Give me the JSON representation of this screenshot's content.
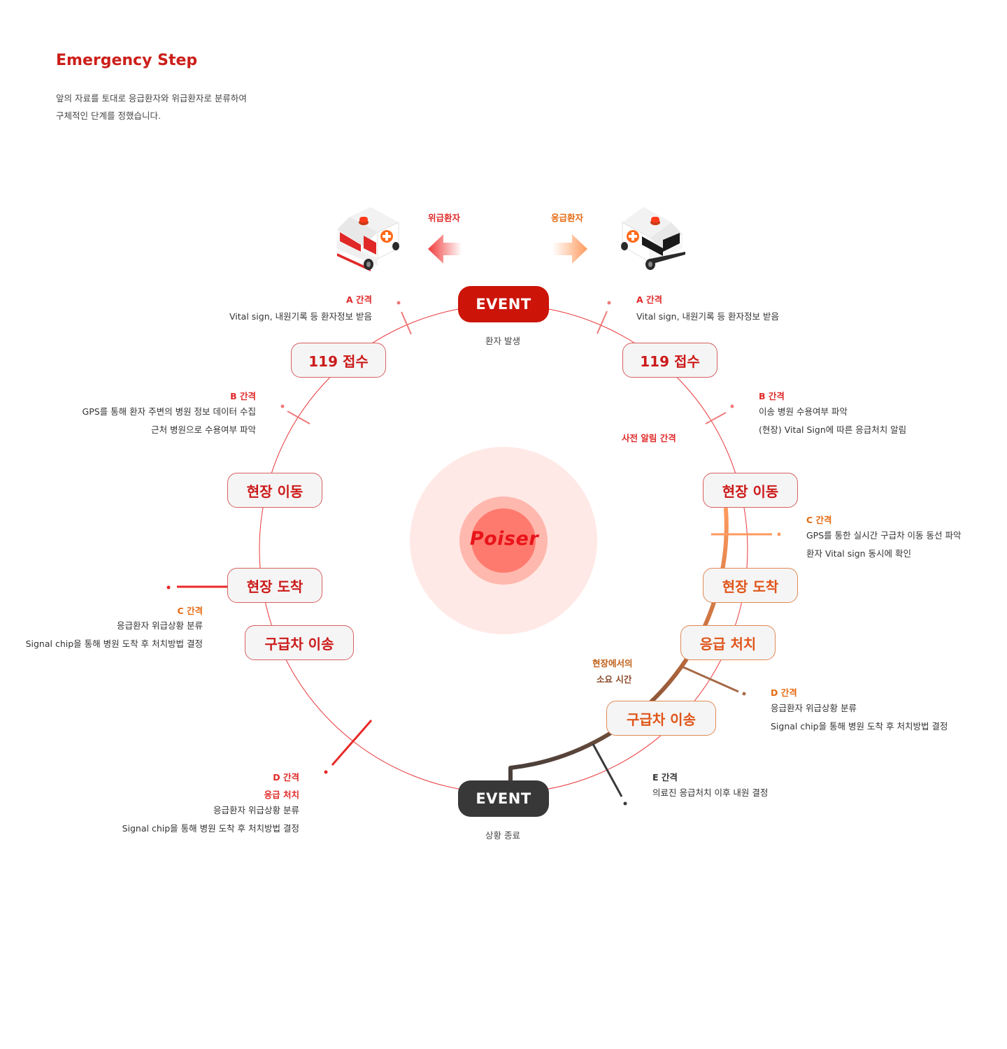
{
  "header": {
    "title": "Emergency Step",
    "desc_line1": "앞의 자료를 토대로 응급환자와 위급환자로 분류하여",
    "desc_line2": "구체적인 단계를 정했습니다."
  },
  "top": {
    "critical_label": "위급환자",
    "emergency_label": "응급환자"
  },
  "center_logo": "Poiser",
  "events": {
    "start_label": "EVENT",
    "start_caption": "환자 발생",
    "end_label": "EVENT",
    "end_caption": "상황 종료"
  },
  "left_steps": [
    "119 접수",
    "현장 이동",
    "현장 도착",
    "구급차 이송"
  ],
  "right_steps": [
    "119 접수",
    "현장 이동",
    "현장 도착",
    "응급 처치",
    "구급차 이송"
  ],
  "left_notes": {
    "a_title": "A 간격",
    "a_line1": "Vital sign, 내원기록 등 환자정보 받음",
    "b_title": "B 간격",
    "b_line1": "GPS를 통해 환자 주변의 병원 정보 데이터 수집",
    "b_line2": "근처 병원으로 수용여부 파악",
    "c_title": "C 간격",
    "c_line1": "응급환자 위급상황 분류",
    "c_line2": "Signal chip을 통해 병원 도착 후 처치방법 결정",
    "d_title": "D 간격",
    "d_subtitle": "응급 처치",
    "d_line1": "응급환자 위급상황 분류",
    "d_line2": "Signal chip을 통해 병원 도착 후 처치방법 결정"
  },
  "right_notes": {
    "a_title": "A 간격",
    "a_line1": "Vital sign, 내원기록 등 환자정보 받음",
    "b_title": "B 간격",
    "b_line1": "이송 병원 수용여부 파악",
    "b_line2": "(현장) Vital Sign에 따른 응급처치 알림",
    "pre_alert": "사전 알림 간격",
    "c_title": "C 간격",
    "c_line1": "GPS를 통한 실시간 구급차 이동 동선 파악",
    "c_line2": "환자 Vital sign 동시에 확인",
    "onsite_line1": "현장에서의",
    "onsite_line2": "소요 시간",
    "d_title": "D 간격",
    "d_line1": "응급환자 위급상황 분류",
    "d_line2": "Signal chip을 통해 병원 도착 후 처치방법 결정",
    "e_title": "E 간격",
    "e_line1": "의료진 응급처치 이후 내원 결정"
  },
  "icons": [
    "ambulance-red-icon",
    "ambulance-white-icon",
    "arrow-left-icon",
    "arrow-right-icon"
  ],
  "colors": {
    "brand_red": "#cc1409",
    "orange": "#e56a12",
    "dark": "#383838",
    "circle_line": "#e8373a"
  }
}
